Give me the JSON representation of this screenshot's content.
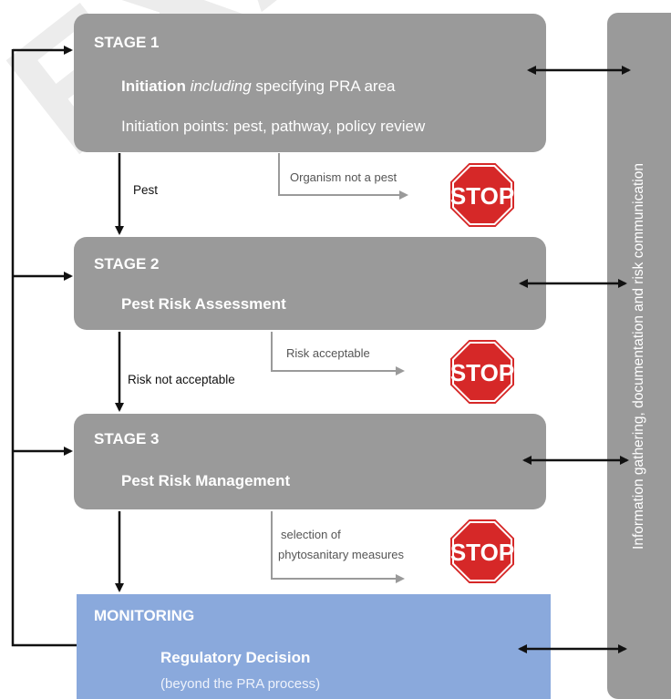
{
  "watermark": "EXAMPLE",
  "stage1": {
    "title": "STAGE 1",
    "line1_bold": "Initiation",
    "line1_italic": "including",
    "line1_rest": "specifying PRA area",
    "line2": "Initiation points: pest, pathway, policy review"
  },
  "stage2": {
    "title": "STAGE 2",
    "subtitle": "Pest Risk Assessment"
  },
  "stage3": {
    "title": "STAGE 3",
    "subtitle": "Pest Risk Management"
  },
  "monitoring": {
    "title": "MONITORING",
    "subtitle": "Regulatory Decision",
    "note": "(beyond the PRA process)"
  },
  "flows": {
    "pest": "Pest",
    "not_pest": "Organism not a pest",
    "risk_not_acceptable": "Risk not acceptable",
    "risk_acceptable": "Risk acceptable",
    "selection_line1": "selection of",
    "selection_line2": "phytosanitary measures"
  },
  "stop_label": "STOP",
  "sidebar_label": "Information gathering, documentation and risk communication",
  "colors": {
    "stage_gray": "#9a9a9a",
    "monitor_blue": "#8aa9dc",
    "stop_red": "#d62828",
    "arrow_black": "#111111",
    "arrow_gray": "#9a9a9a"
  }
}
